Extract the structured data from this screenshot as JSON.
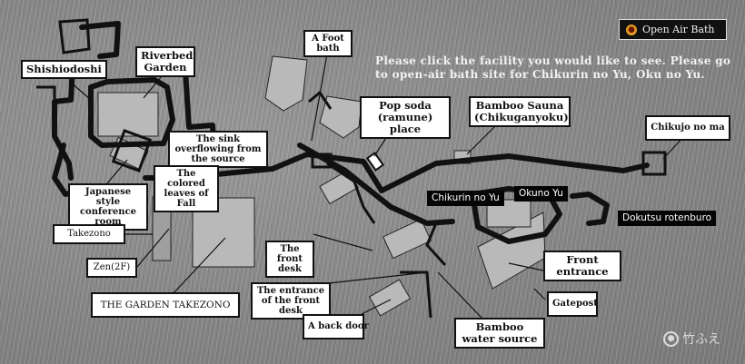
{
  "header": {
    "open_air_button": "Open Air Bath",
    "open_air_icon": "flame-icon",
    "instructions": "Please click the facility you would like to see. Please go to open-air bath site for Chikurin no Yu, Oku no Yu."
  },
  "facilities": {
    "shishiodoshi": "Shishiodoshi",
    "riverbed_garden": "Riverbed Garden",
    "foot_bath": "A Foot bath",
    "pop_soda": "Pop soda (ramune) place",
    "bamboo_sauna": "Bamboo Sauna (Chikuganyoku)",
    "chikujo_no_ma": "Chikujo no ma",
    "sink_overflowing": "The sink overflowing from the source",
    "colored_leaves": "The colored leaves of Fall",
    "japanese_conference": "Japanese style conference room",
    "chikurin_no_yu": "Chikurin no Yu",
    "okuno_yu": "Okuno Yu",
    "dokutsu_rotenburo": "Dokutsu rotenburo",
    "takezono": "Takezono",
    "zen_2f": "Zen(2F)",
    "front_desk": "The front desk",
    "front_entrance": "Front entrance",
    "entrance_front_desk": "The entrance of the front desk",
    "garden_takezono": "THE GARDEN TAKEZONO",
    "gatepost": "Gatepost",
    "back_door": "A back door",
    "bamboo_water_source": "Bamboo water source"
  },
  "logo": {
    "text": "竹ふえ",
    "icon": "takefue-logo-icon"
  },
  "colors": {
    "building": "#b9b9b9",
    "wall": "#111111",
    "background": "#8e8e8e"
  }
}
